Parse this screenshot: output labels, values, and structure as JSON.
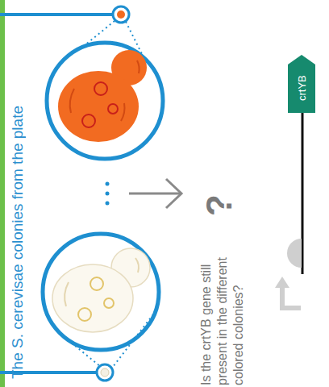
{
  "diagram": {
    "title": "The S. cerevisae colonies from the plate",
    "nodes": [
      {
        "text": [
          "crtYB"
        ]
      }
    ],
    "labels": [
      "?",
      "Is the crtYB gene still present in the different colored colonies?"
    ]
  }
}
